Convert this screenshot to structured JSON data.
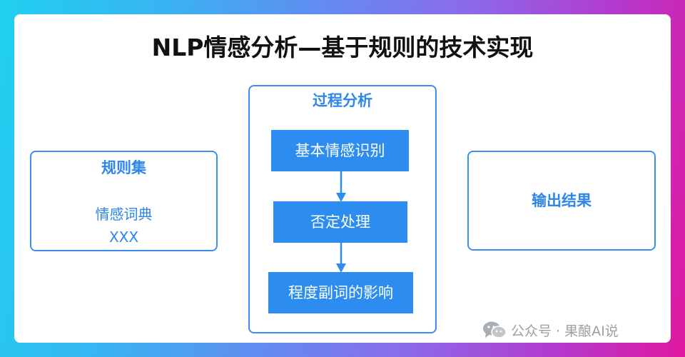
{
  "title": "NLP情感分析—基于规则的技术实现",
  "rules_box": {
    "label": "规则集",
    "lines": [
      "情感词典",
      "XXX"
    ]
  },
  "process_box": {
    "label": "过程分析",
    "steps": [
      "基本情感识别",
      "否定处理",
      "程度副词的影响"
    ]
  },
  "output_box": {
    "label": "输出结果"
  },
  "watermark": {
    "text": "公众号 · 果酿AI说",
    "icon": "wechat-icon"
  },
  "colors": {
    "accent": "#2d8cf0",
    "border": "#3d8ef0",
    "title": "#111111"
  }
}
